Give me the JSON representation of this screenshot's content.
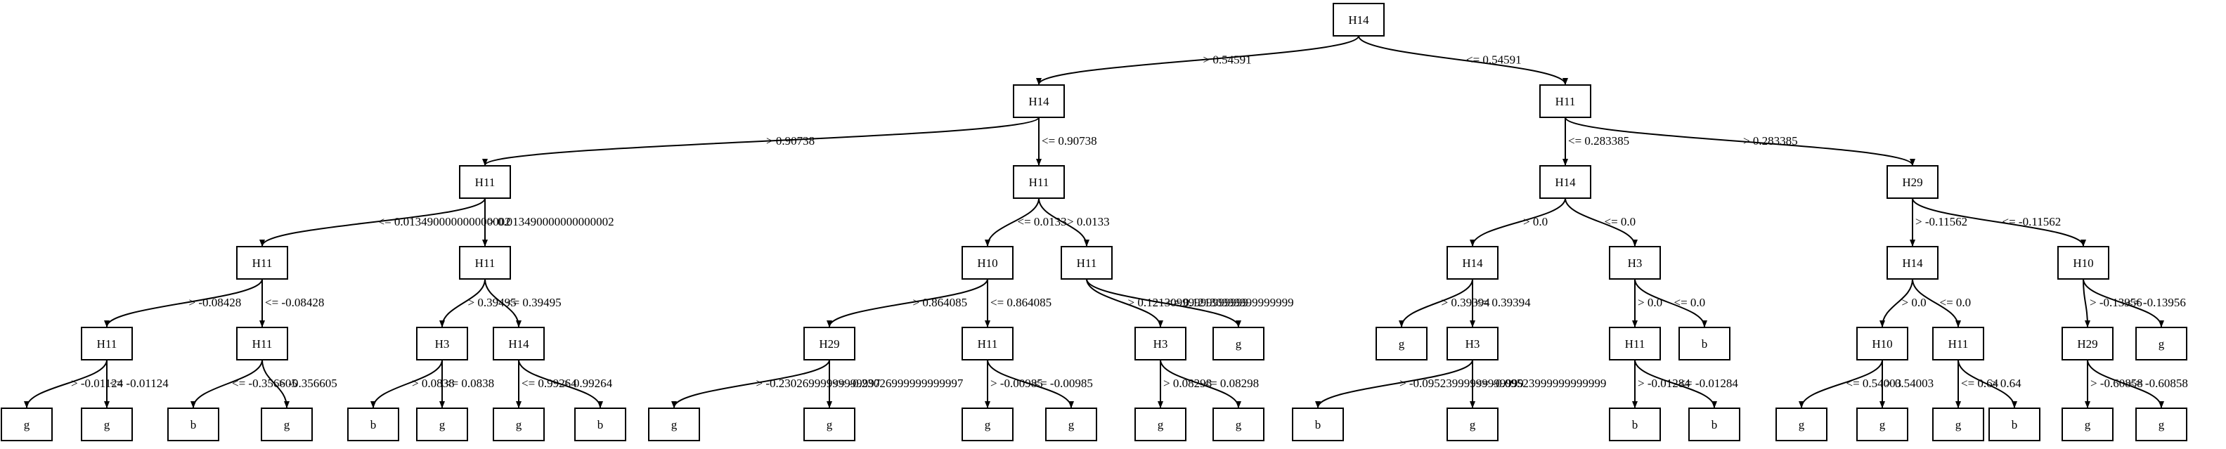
{
  "tree": {
    "nodes": [
      {
        "id": "n1",
        "label": "H14"
      },
      {
        "id": "n2",
        "label": "H14"
      },
      {
        "id": "n3",
        "label": "H11"
      },
      {
        "id": "n4",
        "label": "H11"
      },
      {
        "id": "n5",
        "label": "H11"
      },
      {
        "id": "n6",
        "label": "H11"
      },
      {
        "id": "n7",
        "label": "H11"
      },
      {
        "id": "n8",
        "label": "H10"
      },
      {
        "id": "n9",
        "label": "H11"
      },
      {
        "id": "n10",
        "label": "H14"
      },
      {
        "id": "n11",
        "label": "H29"
      },
      {
        "id": "n12",
        "label": "H11"
      },
      {
        "id": "n13",
        "label": "H11"
      },
      {
        "id": "n14",
        "label": "H3"
      },
      {
        "id": "n15",
        "label": "H14"
      },
      {
        "id": "n16",
        "label": "H29"
      },
      {
        "id": "n17",
        "label": "H11"
      },
      {
        "id": "n18",
        "label": "H3"
      },
      {
        "id": "n19",
        "label": "g"
      },
      {
        "id": "n20",
        "label": "H14"
      },
      {
        "id": "n21",
        "label": "H3"
      },
      {
        "id": "n22",
        "label": "H14"
      },
      {
        "id": "n23",
        "label": "H10"
      },
      {
        "id": "n24",
        "label": "g"
      },
      {
        "id": "n25",
        "label": "H3"
      },
      {
        "id": "n26",
        "label": "H11"
      },
      {
        "id": "n27",
        "label": "b"
      },
      {
        "id": "n28",
        "label": "H10"
      },
      {
        "id": "n29",
        "label": "H11"
      },
      {
        "id": "n30",
        "label": "H29"
      },
      {
        "id": "n31",
        "label": "g"
      },
      {
        "id": "l1",
        "label": "g"
      },
      {
        "id": "l2",
        "label": "g"
      },
      {
        "id": "l3",
        "label": "b"
      },
      {
        "id": "l4",
        "label": "g"
      },
      {
        "id": "l5",
        "label": "b"
      },
      {
        "id": "l6",
        "label": "g"
      },
      {
        "id": "l7",
        "label": "g"
      },
      {
        "id": "l8",
        "label": "b"
      },
      {
        "id": "l9",
        "label": "g"
      },
      {
        "id": "l10",
        "label": "g"
      },
      {
        "id": "l11",
        "label": "g"
      },
      {
        "id": "l12",
        "label": "g"
      },
      {
        "id": "l13",
        "label": "g"
      },
      {
        "id": "l14",
        "label": "g"
      },
      {
        "id": "l15",
        "label": "b"
      },
      {
        "id": "l16",
        "label": "g"
      },
      {
        "id": "l17",
        "label": "b"
      },
      {
        "id": "l18",
        "label": "b"
      },
      {
        "id": "l19",
        "label": "g"
      },
      {
        "id": "l20",
        "label": "g"
      },
      {
        "id": "l21",
        "label": "g"
      },
      {
        "id": "l22",
        "label": "b"
      },
      {
        "id": "l23",
        "label": "g"
      },
      {
        "id": "l24",
        "label": "g"
      }
    ],
    "edges": [
      {
        "from": "n1",
        "to": "n2",
        "label": "> 0.54591"
      },
      {
        "from": "n1",
        "to": "n3",
        "label": "<= 0.54591"
      },
      {
        "from": "n2",
        "to": "n4",
        "label": "> 0.90738"
      },
      {
        "from": "n2",
        "to": "n5",
        "label": "<= 0.90738"
      },
      {
        "from": "n4",
        "to": "n6",
        "label": "<= 0.013490000000000002"
      },
      {
        "from": "n4",
        "to": "n7",
        "label": "> 0.013490000000000002"
      },
      {
        "from": "n5",
        "to": "n8",
        "label": "<= 0.0133"
      },
      {
        "from": "n5",
        "to": "n9",
        "label": "> 0.0133"
      },
      {
        "from": "n3",
        "to": "n10",
        "label": "<= 0.283385"
      },
      {
        "from": "n3",
        "to": "n16",
        "label": "> 0.283385"
      },
      {
        "from": "n6",
        "to": "n12",
        "label": "> -0.08428"
      },
      {
        "from": "n6",
        "to": "n13",
        "label": "<= -0.08428"
      },
      {
        "from": "n7",
        "to": "n14",
        "label": "> 0.39495"
      },
      {
        "from": "n7",
        "to": "n15",
        "label": "<= 0.39495"
      },
      {
        "from": "n8",
        "to": "n11",
        "label": "> 0.864085"
      },
      {
        "from": "n8",
        "to": "n17",
        "label": "<= 0.864085"
      },
      {
        "from": "n9",
        "to": "n18",
        "label": "> 0.12130999999999999"
      },
      {
        "from": "n9",
        "to": "n19",
        "label": "<= 0.12130999999999999"
      },
      {
        "from": "n10",
        "to": "n20",
        "label": "> 0.0"
      },
      {
        "from": "n10",
        "to": "n21",
        "label": "<= 0.0"
      },
      {
        "from": "n16",
        "to": "n22",
        "label": "> -0.11562"
      },
      {
        "from": "n16",
        "to": "n23",
        "label": "<= -0.11562"
      },
      {
        "from": "n20",
        "to": "n24",
        "label": "> 0.39394"
      },
      {
        "from": "n20",
        "to": "n25",
        "label": "<= 0.39394"
      },
      {
        "from": "n21",
        "to": "n26",
        "label": "> 0.0"
      },
      {
        "from": "n21",
        "to": "n27",
        "label": "<= 0.0"
      },
      {
        "from": "n22",
        "to": "n28",
        "label": "> 0.0"
      },
      {
        "from": "n22",
        "to": "n29",
        "label": "<= 0.0"
      },
      {
        "from": "n23",
        "to": "n30",
        "label": "> -0.13956"
      },
      {
        "from": "n23",
        "to": "n31",
        "label": "<= -0.13956"
      },
      {
        "from": "n12",
        "to": "l1",
        "label": "> -0.01124"
      },
      {
        "from": "n12",
        "to": "l2",
        "label": "<= -0.01124"
      },
      {
        "from": "n13",
        "to": "l3",
        "label": "<= -0.356605"
      },
      {
        "from": "n13",
        "to": "l4",
        "label": "> -0.356605"
      },
      {
        "from": "n14",
        "to": "l5",
        "label": "> 0.0838"
      },
      {
        "from": "n14",
        "to": "l6",
        "label": "<= 0.0838"
      },
      {
        "from": "n15",
        "to": "l7",
        "label": "<= 0.99264"
      },
      {
        "from": "n15",
        "to": "l8",
        "label": "> 0.99264"
      },
      {
        "from": "n11",
        "to": "l9",
        "label": "> -0.23026999999999997"
      },
      {
        "from": "n11",
        "to": "l10",
        "label": "<= -0.23026999999999997"
      },
      {
        "from": "n17",
        "to": "l11",
        "label": "> -0.00985"
      },
      {
        "from": "n17",
        "to": "l12",
        "label": "<= -0.00985"
      },
      {
        "from": "n18",
        "to": "l13",
        "label": "> 0.08298"
      },
      {
        "from": "n18",
        "to": "l14",
        "label": "<= 0.08298"
      },
      {
        "from": "n25",
        "to": "l15",
        "label": "> -0.09523999999999999"
      },
      {
        "from": "n25",
        "to": "l16",
        "label": "<= -0.09523999999999999"
      },
      {
        "from": "n26",
        "to": "l17",
        "label": "> -0.01284"
      },
      {
        "from": "n26",
        "to": "l18",
        "label": "<= -0.01284"
      },
      {
        "from": "n28",
        "to": "l19",
        "label": "<= 0.54003"
      },
      {
        "from": "n28",
        "to": "l20",
        "label": "> 0.54003"
      },
      {
        "from": "n29",
        "to": "l21",
        "label": "<= 0.64"
      },
      {
        "from": "n29",
        "to": "l22",
        "label": "> 0.64"
      },
      {
        "from": "n30",
        "to": "l23",
        "label": "> -0.60858"
      },
      {
        "from": "n30",
        "to": "l24",
        "label": "<= -0.60858"
      }
    ]
  }
}
